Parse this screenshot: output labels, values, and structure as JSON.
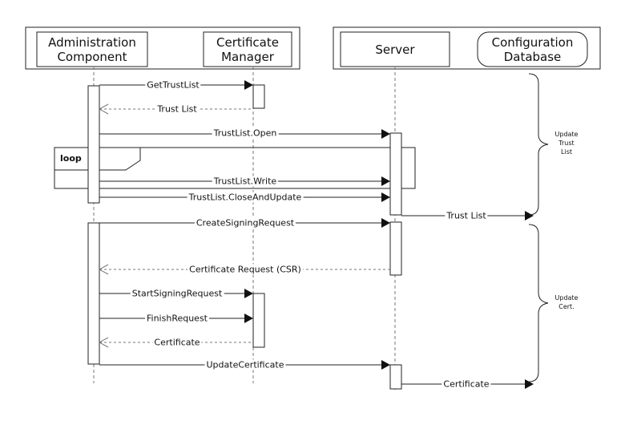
{
  "participants": {
    "admin": "Administration\nComponent",
    "certmgr": "Certificate\nManager",
    "server": "Server",
    "configdb": "Configuration\nDatabase"
  },
  "fragment": {
    "operator": "loop"
  },
  "messages": [
    {
      "label": "GetTrustList",
      "kind": "sync"
    },
    {
      "label": "Trust List",
      "kind": "reply"
    },
    {
      "label": "TrustList.Open",
      "kind": "sync"
    },
    {
      "label": "TrustList.Write",
      "kind": "sync"
    },
    {
      "label": "TrustList.CloseAndUpdate",
      "kind": "sync"
    },
    {
      "label": "Trust List",
      "kind": "sync"
    },
    {
      "label": "CreateSigningRequest",
      "kind": "sync"
    },
    {
      "label": "Certificate Request (CSR)",
      "kind": "reply"
    },
    {
      "label": "StartSigningRequest",
      "kind": "sync"
    },
    {
      "label": "FinishRequest",
      "kind": "sync"
    },
    {
      "label": "Certificate",
      "kind": "reply"
    },
    {
      "label": "UpdateCertificate",
      "kind": "sync"
    },
    {
      "label": "Certificate",
      "kind": "sync"
    }
  ],
  "notes": [
    {
      "text": "Update\nTrust\nList"
    },
    {
      "text": "Update\nCert."
    }
  ]
}
